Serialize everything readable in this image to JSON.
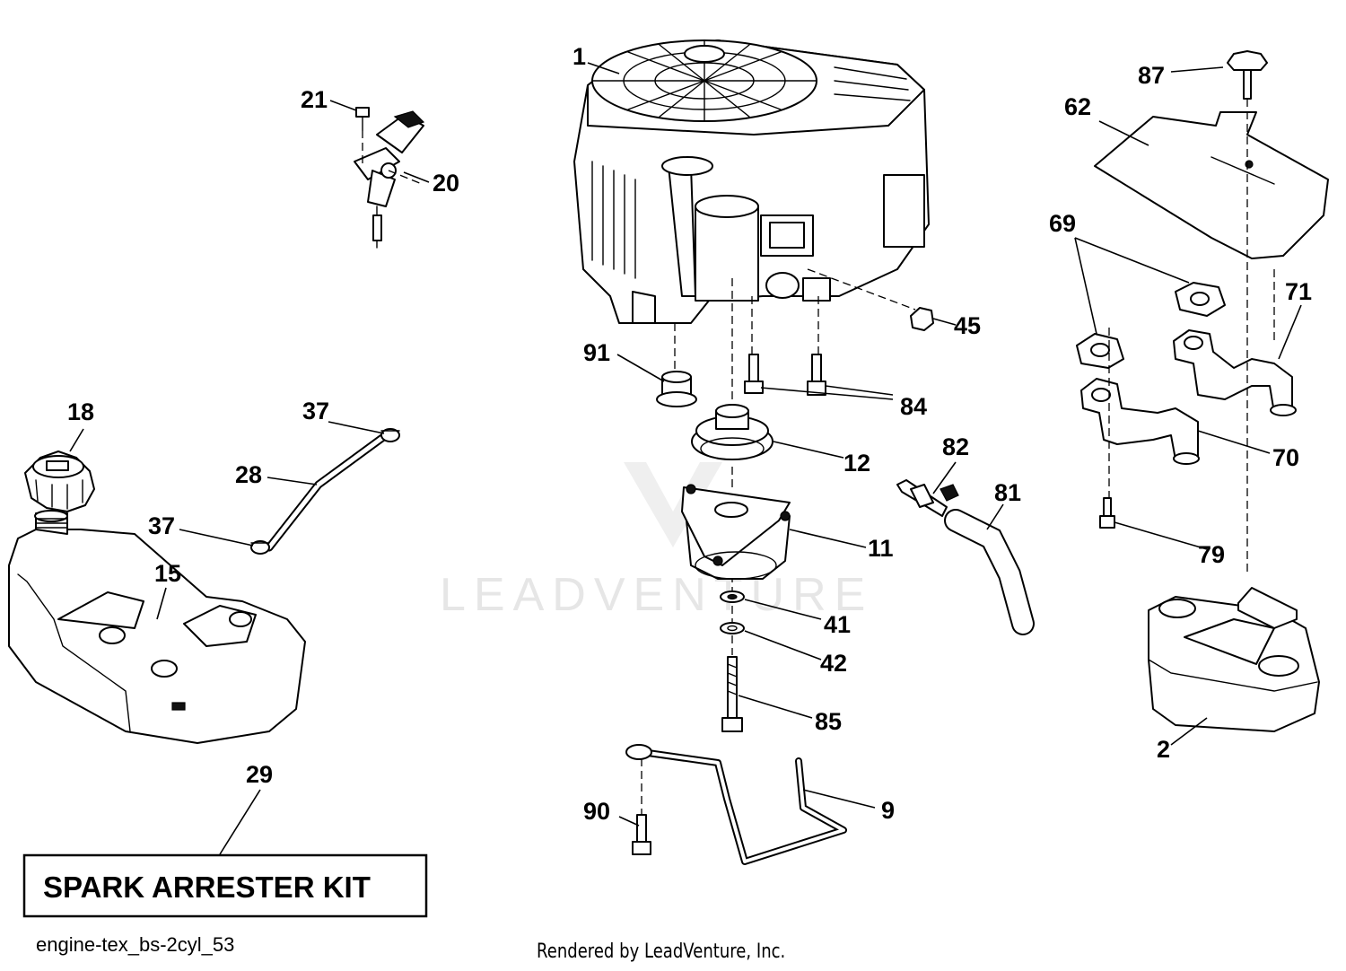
{
  "diagram": {
    "watermark": "LEADVENTURE",
    "kit_label": "SPARK ARRESTER KIT",
    "diagram_id": "engine-tex_bs-2cyl_53",
    "rendered_by": "Rendered by LeadVenture, Inc.",
    "callouts": {
      "p1": "1",
      "p2": "2",
      "p9": "9",
      "p11": "11",
      "p12": "12",
      "p15": "15",
      "p18": "18",
      "p20": "20",
      "p21": "21",
      "p28": "28",
      "p29": "29",
      "p37a": "37",
      "p37b": "37",
      "p41": "41",
      "p42": "42",
      "p45": "45",
      "p62": "62",
      "p69": "69",
      "p70": "70",
      "p71": "71",
      "p79": "79",
      "p81": "81",
      "p82": "82",
      "p84": "84",
      "p85": "85",
      "p87": "87",
      "p90": "90",
      "p91": "91"
    }
  }
}
